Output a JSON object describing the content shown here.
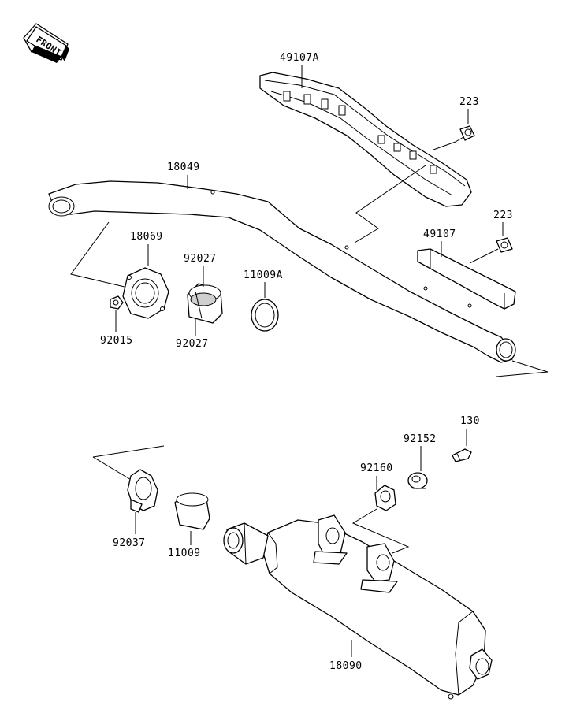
{
  "front_badge": {
    "text": "FRONT"
  },
  "labels": {
    "p49107A": "49107A",
    "p223_top": "223",
    "p18049": "18049",
    "p223_mid": "223",
    "p49107": "49107",
    "p18069": "18069",
    "p92027_top": "92027",
    "p11009A": "11009A",
    "p92015": "92015",
    "p92027_bot": "92027",
    "p130": "130",
    "p92152": "92152",
    "p92160": "92160",
    "p92037": "92037",
    "p11009": "11009",
    "p18090": "18090"
  }
}
